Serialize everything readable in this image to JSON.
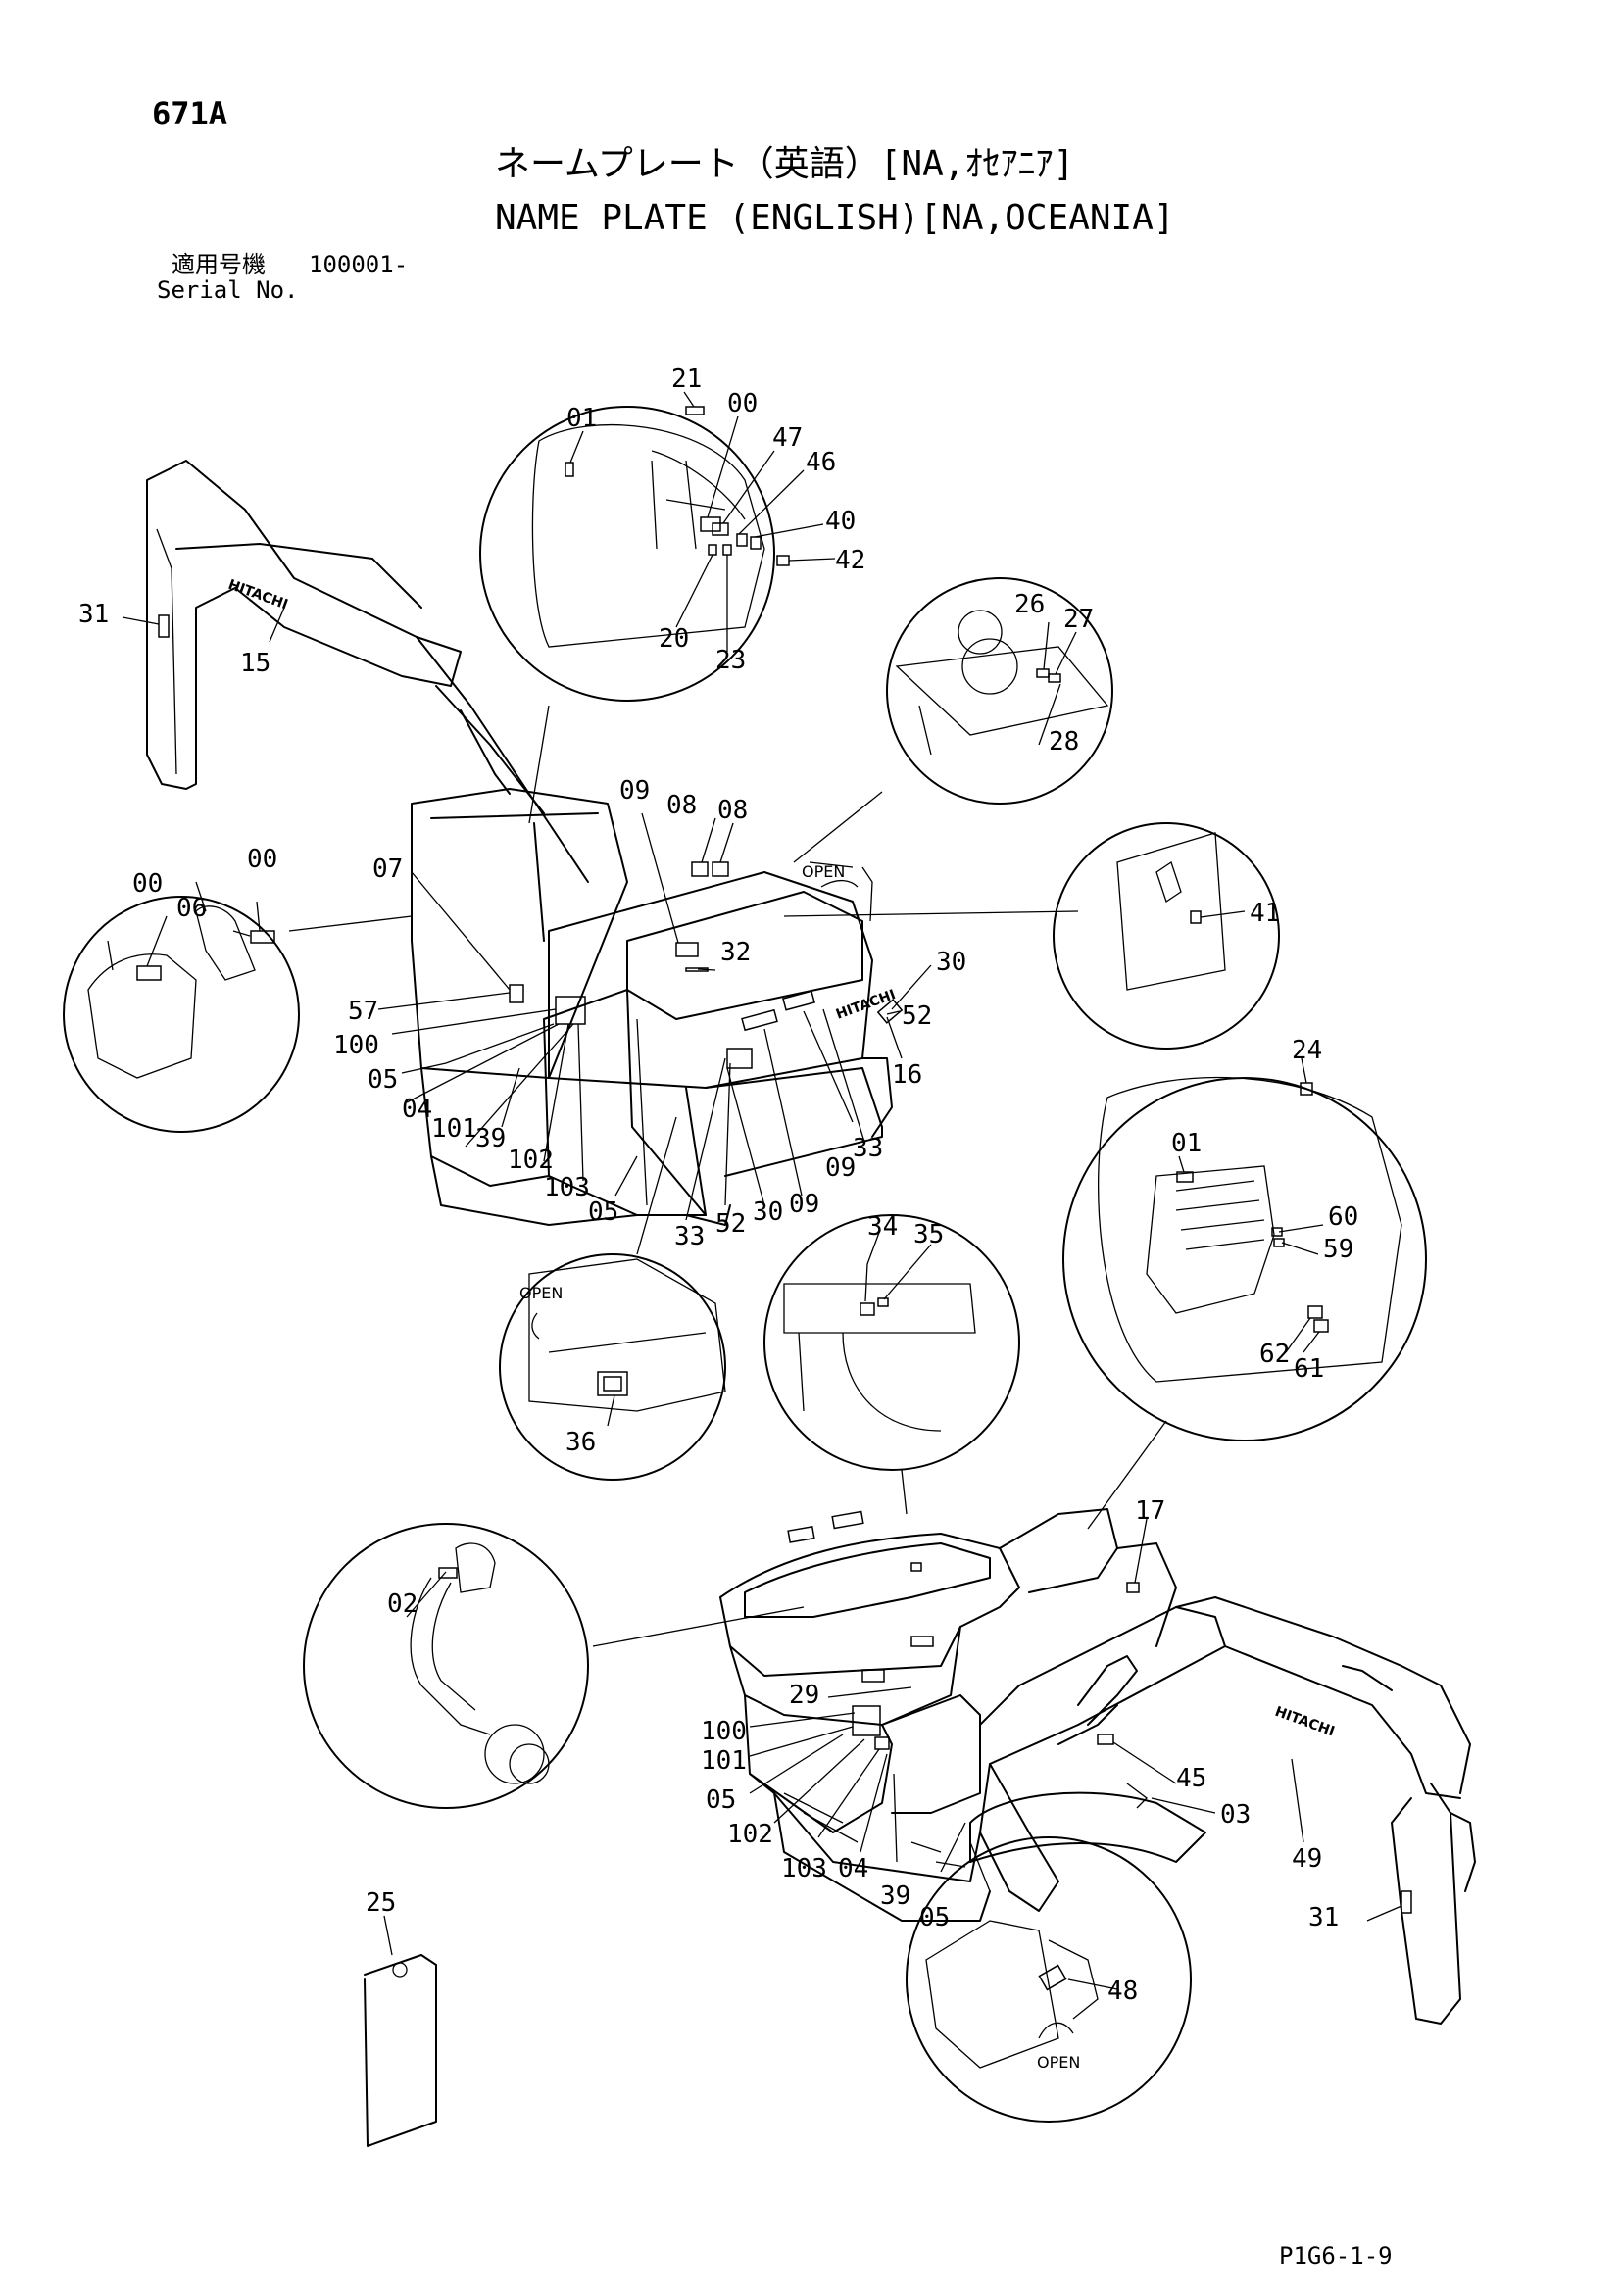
{
  "header": {
    "page_code": "671A",
    "title_jp": "ネームプレート（英語）[NA,ｵｾｱﾆｱ]",
    "title_en": "NAME PLATE (ENGLISH)[NA,OCEANIA]",
    "serial_label_jp": "適用号機",
    "serial_value": "100001-",
    "serial_label_en": "Serial No."
  },
  "footer": {
    "page_ref": "P1G6-1-9"
  },
  "brand_text": "HITACHI",
  "open_text": "OPEN",
  "callouts": {
    "c00": "00",
    "c01": "01",
    "c02": "02",
    "c03": "03",
    "c04": "04",
    "c05": "05",
    "c06": "06",
    "c07": "07",
    "c08": "08",
    "c09": "09",
    "c15": "15",
    "c16": "16",
    "c17": "17",
    "c20": "20",
    "c21": "21",
    "c23": "23",
    "c24": "24",
    "c25": "25",
    "c26": "26",
    "c27": "27",
    "c28": "28",
    "c29": "29",
    "c30": "30",
    "c31": "31",
    "c32": "32",
    "c33": "33",
    "c34": "34",
    "c35": "35",
    "c36": "36",
    "c39": "39",
    "c40": "40",
    "c41": "41",
    "c42": "42",
    "c45": "45",
    "c46": "46",
    "c47": "47",
    "c48": "48",
    "c49": "49",
    "c52": "52",
    "c57": "57",
    "c59": "59",
    "c60": "60",
    "c61": "61",
    "c62": "62",
    "c100": "100",
    "c101": "101",
    "c102": "102",
    "c103": "103"
  }
}
